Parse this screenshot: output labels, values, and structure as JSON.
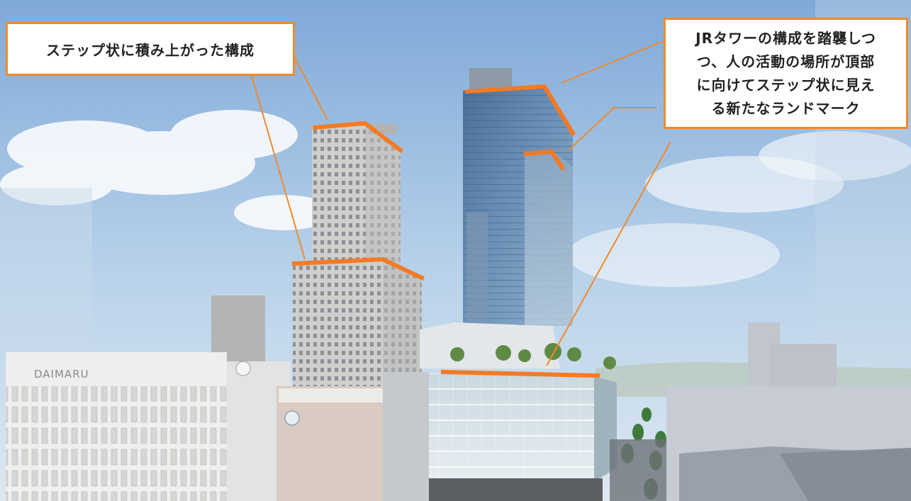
{
  "callouts": {
    "left": "ステップ状に積み上がった構成",
    "right_lines": [
      "JRタワーの構成を踏襲しつ",
      "つ、人の活動の場所が頂部",
      "に向けてステップ状に見え",
      "る新たなランドマーク"
    ]
  },
  "signage": {
    "store_name": "DAIMARU"
  },
  "colors": {
    "accent": "#f08a2c",
    "sky": "#9bbfe3"
  }
}
